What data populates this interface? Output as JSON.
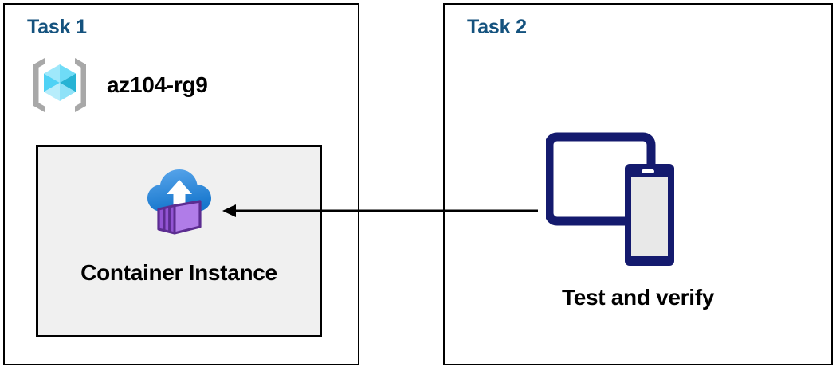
{
  "diagram": {
    "background": "#ffffff",
    "panels": [
      {
        "id": "task1",
        "title": "Task 1",
        "title_color": "#14527e",
        "resource_group": {
          "icon": "azure-resource-group-icon",
          "label": "az104-rg9"
        },
        "resource_box": {
          "fill": "#f0f0f0",
          "border_color": "#000000",
          "icon": "azure-container-instance-icon",
          "label": "Container Instance"
        }
      },
      {
        "id": "task2",
        "title": "Task 2",
        "title_color": "#14527e",
        "device": {
          "icon": "tablet-and-phone-icon",
          "label": "Test and verify"
        }
      }
    ],
    "connector": {
      "name": "test-to-container-arrow",
      "direction": "left",
      "color": "#000000",
      "from": "Test and verify",
      "to": "Container Instance"
    },
    "colors": {
      "title_blue": "#14527e",
      "box_fill": "#f0f0f0",
      "outline_black": "#000000",
      "device_navy": "#141a6e",
      "device_screen_gray": "#e8e8e8",
      "cloud_blue_light": "#50a0e8",
      "cloud_blue_dark": "#1878cf",
      "container_purple_light": "#b07ce8",
      "container_purple_dark": "#5c2d91",
      "cube_cyan_light": "#9fe8fb",
      "cube_cyan": "#50e0fa",
      "cube_cyan_dark": "#27b3d4",
      "bracket_gray": "#a8a8a8"
    }
  }
}
